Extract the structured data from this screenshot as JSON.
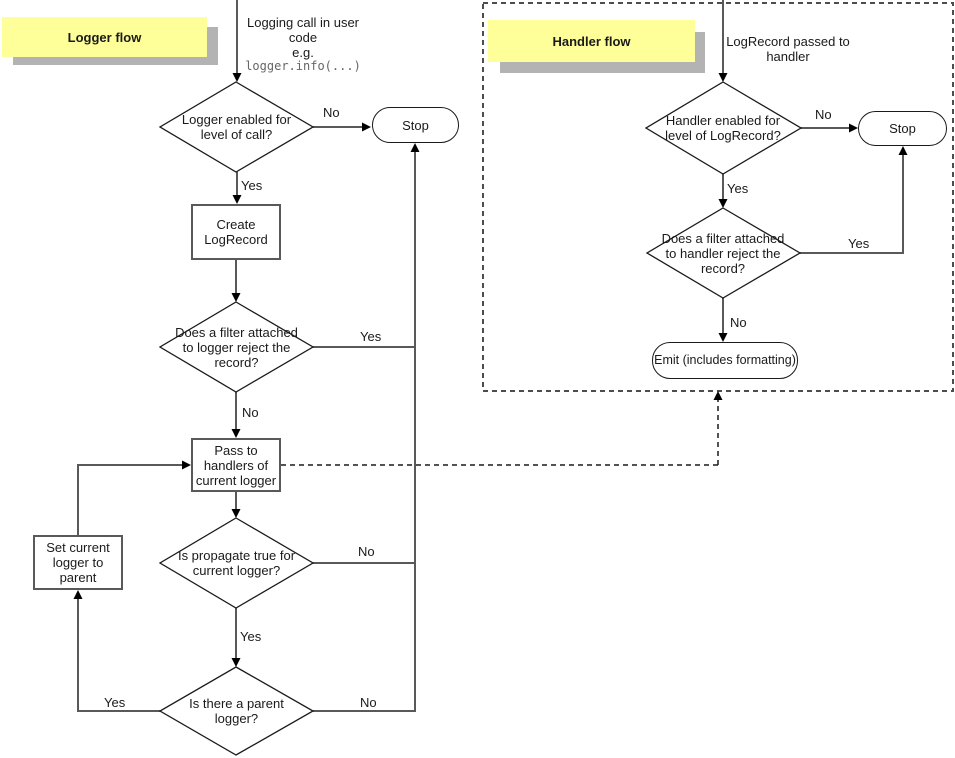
{
  "colors": {
    "note_bg": "#ffff99",
    "note_shadow": "#b3b3b3",
    "line": "#595959",
    "arrowhead": "#000000",
    "node_border": "#595959",
    "dashed_box": "#4d4d4d"
  },
  "logger": {
    "title": "Logger flow",
    "entry": {
      "text": "Logging call in user\ncode\ne.g.",
      "code": "logger.info(...)"
    },
    "nodes": {
      "enabled": "Logger enabled for\nlevel of call?",
      "stop": "Stop",
      "create": "Create\nLogRecord",
      "filter": "Does a filter attached\nto logger reject the\nrecord?",
      "pass": "Pass to\nhandlers of\ncurrent logger",
      "propagate": "Is propagate true for\ncurrent logger?",
      "set_parent": "Set current\nlogger to parent",
      "parent": "Is there a parent\nlogger?"
    },
    "labels": {
      "enabled_no": "No",
      "enabled_yes": "Yes",
      "filter_yes": "Yes",
      "filter_no": "No",
      "propagate_no": "No",
      "propagate_yes": "Yes",
      "parent_yes": "Yes",
      "parent_no": "No"
    }
  },
  "handler": {
    "title": "Handler flow",
    "entry": {
      "text": "LogRecord passed to\nhandler"
    },
    "nodes": {
      "enabled": "Handler enabled for\nlevel of LogRecord?",
      "stop": "Stop",
      "filter": "Does a filter attached\nto handler reject the\nrecord?",
      "emit": "Emit (includes formatting)"
    },
    "labels": {
      "enabled_no": "No",
      "enabled_yes": "Yes",
      "filter_yes": "Yes",
      "filter_no": "No"
    }
  }
}
